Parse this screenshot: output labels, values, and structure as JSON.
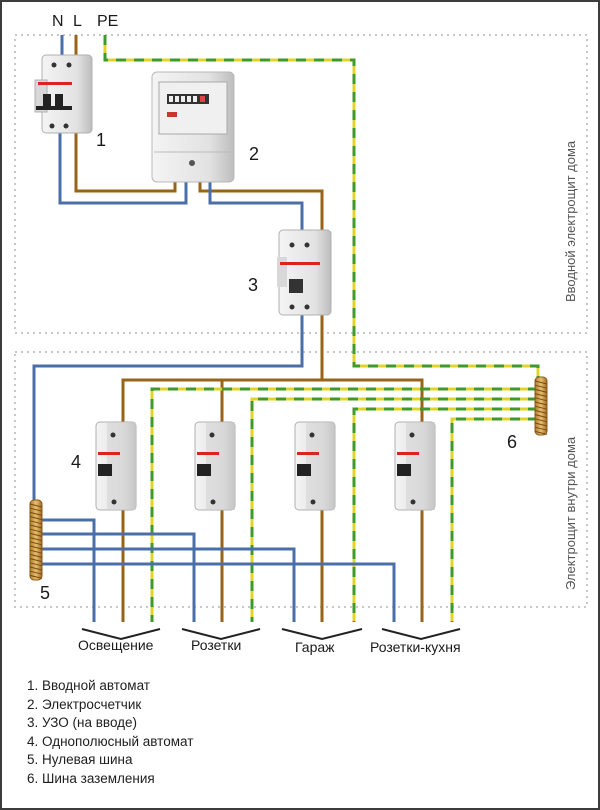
{
  "inputs": {
    "neutral": "N",
    "line": "L",
    "protective_earth": "PE"
  },
  "zones": {
    "upper": "Вводной электрощит дома",
    "lower": "Электрощит внутри дома"
  },
  "callouts": [
    "1",
    "2",
    "3",
    "4",
    "5",
    "6"
  ],
  "circuits": [
    "Освещение",
    "Розетки",
    "Гараж",
    "Розетки-кухня"
  ],
  "legend": [
    "1. Вводной автомат",
    "2. Электросчетчик",
    "3. УЗО (на вводе)",
    "4. Однополюсный автомат",
    "5. Нулевая шина",
    "6. Шина заземления"
  ],
  "colors": {
    "neutral_wire": "#4a6fa8",
    "line_wire": "#9a6418",
    "earth_green": "#3f9a2a",
    "earth_yellow": "#e0d428",
    "zone_border": "#c8c8c8"
  }
}
